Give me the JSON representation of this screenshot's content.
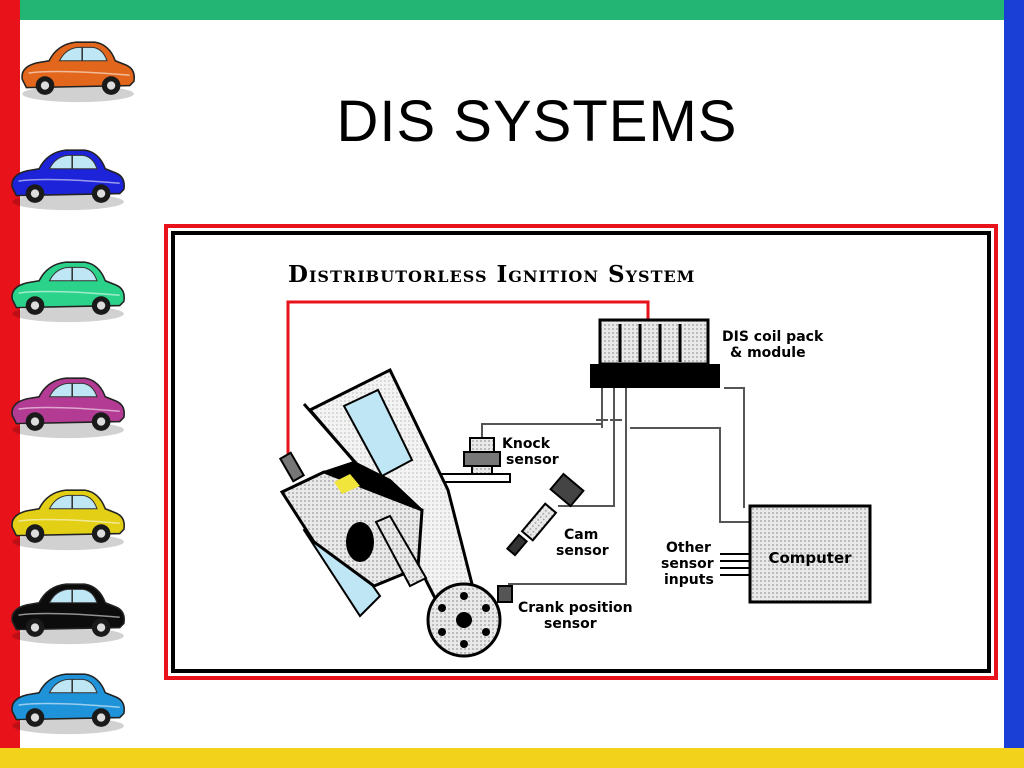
{
  "slide": {
    "title": "DIS SYSTEMS"
  },
  "border_colors": {
    "top": "#22b573",
    "left": "#e8121b",
    "right": "#1a3fd6",
    "bottom": "#f3d21c"
  },
  "car_colors": [
    "#e2661b",
    "#1c23d8",
    "#2bd38a",
    "#b43b94",
    "#e3cf16",
    "#0c0c0c",
    "#1f93d9"
  ],
  "diagram": {
    "heading": "Distributorless Ignition System",
    "frame_color": "#e8121b",
    "labels": {
      "coil_line1": "DIS coil pack",
      "coil_line2": "& module",
      "knock_line1": "Knock",
      "knock_line2": "sensor",
      "cam_line1": "Cam",
      "cam_line2": "sensor",
      "other_line1": "Other",
      "other_line2": "sensor",
      "other_line3": "inputs",
      "computer": "Computer",
      "crank_line1": "Crank position",
      "crank_line2": "sensor"
    }
  }
}
